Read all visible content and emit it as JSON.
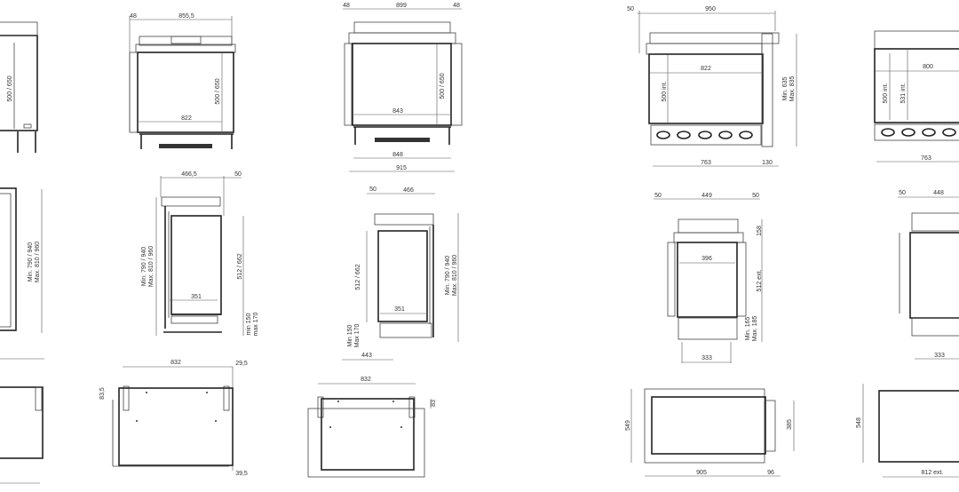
{
  "col1": {
    "front_height": "500 / 650",
    "side_min": "Min. 790 / 940",
    "side_max": "Max. 810 / 960"
  },
  "col2": {
    "front": {
      "left_offset": "48",
      "width": "855,5",
      "height": "500 / 650",
      "inner_width": "822"
    },
    "side": {
      "depth": "466,5",
      "offset": "50",
      "min": "Min. 790 / 940",
      "max": "Max. 810 / 960",
      "glass_height": "512 / 662",
      "inner_depth": "351",
      "base_min": "min 150",
      "base_max": "max 170"
    },
    "top": {
      "width": "832",
      "right_offset": "29,5",
      "left_offset": "83,5",
      "bottom_offset": "39,5"
    }
  },
  "col3": {
    "front": {
      "left_offset": "48",
      "width": "899",
      "right_offset": "48",
      "height": "500 / 650",
      "inner_width": "843",
      "base_width": "848",
      "outer_width": "915"
    },
    "side": {
      "offset": "50",
      "depth": "466",
      "glass_height": "512 / 662",
      "min": "Min. 790 / 940",
      "max": "Max. 810 / 960",
      "inner_depth": "351",
      "base_min": "Min 150",
      "base_max": "Max 170",
      "base_depth": "443"
    },
    "top": {
      "width": "832",
      "right_offset": "83"
    }
  },
  "col4": {
    "front": {
      "left_offset": "50",
      "width": "950",
      "inner_width": "822",
      "height": "500 int.",
      "min": "Min. 635",
      "max": "Max. 835",
      "base_width": "763",
      "side_offset": "130"
    },
    "side": {
      "left_offset": "50",
      "width": "449",
      "right_offset": "50",
      "top_height": "158",
      "inner_width": "396",
      "glass_height": "512 ext.",
      "base_min": "Min. 165",
      "base_max": "Max. 185",
      "base_width": "333"
    },
    "top": {
      "depth": "549",
      "inner_depth": "385",
      "width": "905",
      "offset": "96"
    }
  },
  "col5": {
    "front": {
      "inner_width": "800",
      "height": "500 int.",
      "height2": "531 int.",
      "base_width": "763"
    },
    "side": {
      "left_offset": "50",
      "width": "448",
      "base_width": "333"
    },
    "top": {
      "depth": "548",
      "width": "812 ext."
    }
  }
}
